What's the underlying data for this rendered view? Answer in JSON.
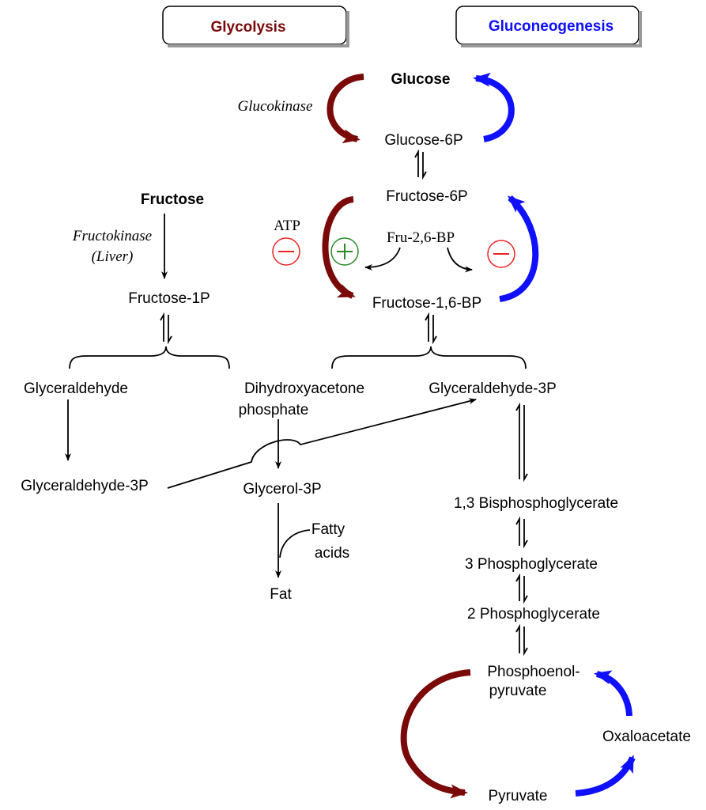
{
  "header": {
    "glycolysis": "Glycolysis",
    "gluconeogenesis": "Gluconeogenesis"
  },
  "colors": {
    "glycolysis": "#7a0a0a",
    "gluconeogenesis": "#1010ff",
    "activator": "#2a8a2a",
    "inhibitor": "#ee2222"
  },
  "nodes": {
    "glucose": "Glucose",
    "glucokinase": "Glucokinase",
    "glucose6p": "Glucose-6P",
    "fructose6p": "Fructose-6P",
    "fructose": "Fructose",
    "fructokinase": "Fructokinase",
    "liver": "(Liver)",
    "fructose1p": "Fructose-1P",
    "atp": "ATP",
    "fru26bp": "Fru-2,6-BP",
    "fructose16bp": "Fructose-1,6-BP",
    "glyceraldehyde": "Glyceraldehyde",
    "dhap_1": "Dihydroxyacetone",
    "dhap_2": "phosphate",
    "g3p_right": "Glyceraldehyde-3P",
    "g3p_left": "Glyceraldehyde-3P",
    "glycerol3p": "Glycerol-3P",
    "fatty": "Fatty",
    "acids": "acids",
    "fat": "Fat",
    "bpg13": "1,3 Bisphosphoglycerate",
    "pg3": "3 Phosphoglycerate",
    "pg2": "2 Phosphoglycerate",
    "pep_1": "Phosphoenol-",
    "pep_2": "pyruvate",
    "oxaloacetate": "Oxaloacetate",
    "pyruvate": "Pyruvate"
  },
  "symbols": {
    "plus": "+",
    "minus": "−"
  }
}
